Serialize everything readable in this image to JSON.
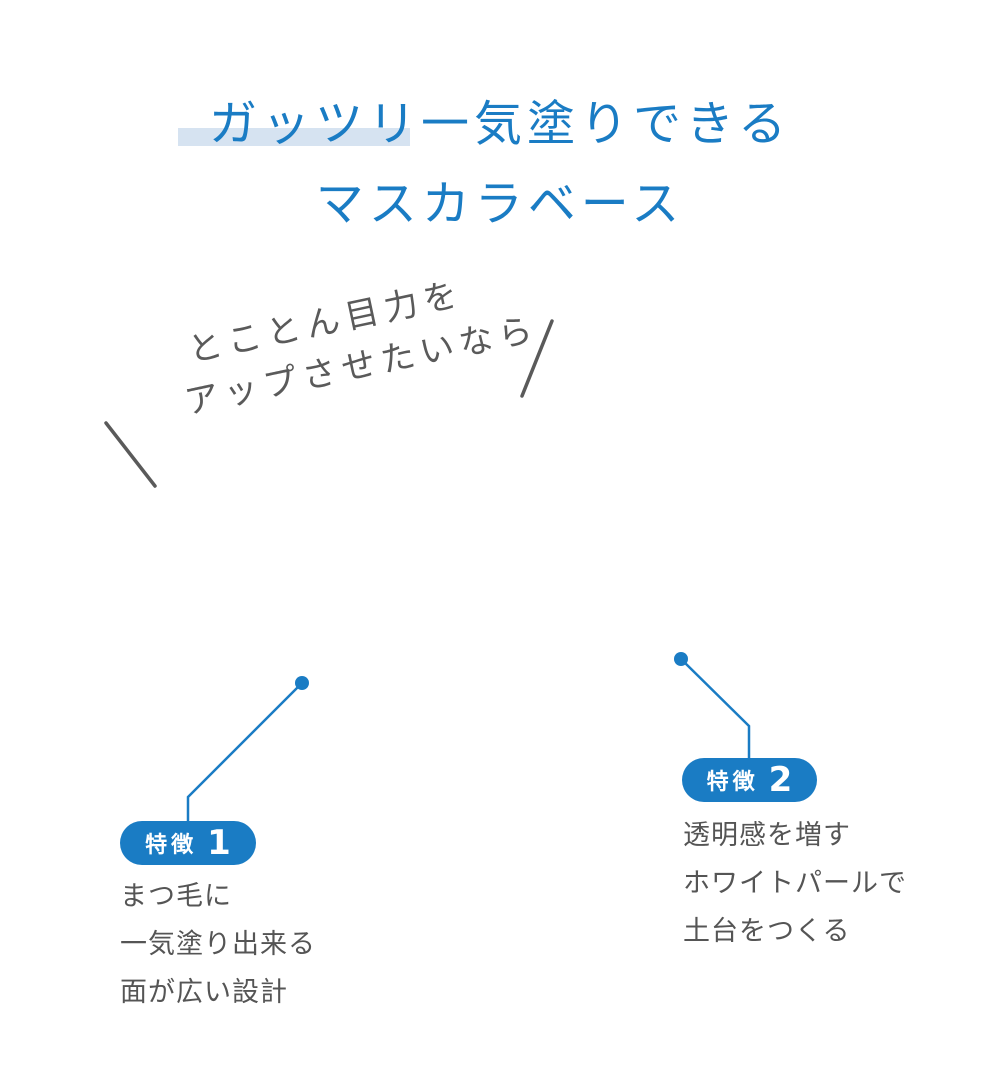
{
  "title": {
    "line1": "ガッツリ一気塗りできる",
    "line2": "マスカラベース"
  },
  "tagline": {
    "line1": "とことん目力を",
    "line2": "アップさせたいなら"
  },
  "features": [
    {
      "label": "特徴",
      "number": "1",
      "lines": [
        "まつ毛に",
        "一気塗り出来る",
        "面が広い設計"
      ]
    },
    {
      "label": "特徴",
      "number": "2",
      "lines": [
        "透明感を増す",
        "ホワイトパールで",
        "土台をつくる"
      ]
    }
  ],
  "colors": {
    "accent": "#1a7cc4",
    "highlight": "#d6e3f1",
    "text": "#555555"
  }
}
